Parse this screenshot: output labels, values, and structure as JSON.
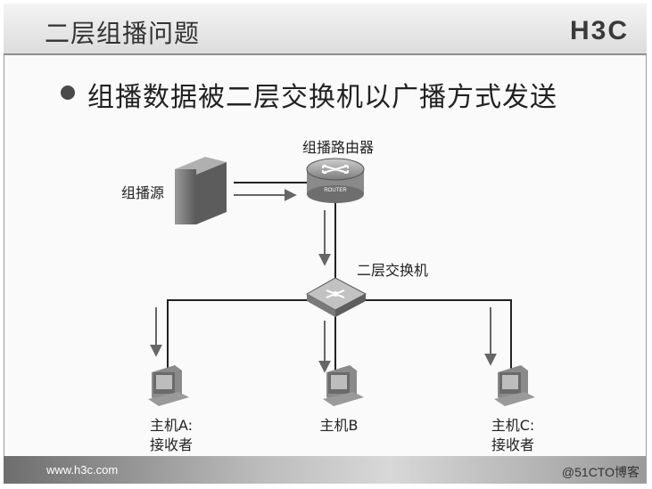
{
  "slide": {
    "title": "二层组播问题",
    "logo_text": "H3C",
    "bullet": "组播数据被二层交换机以广播方式发送"
  },
  "nodes": {
    "source": "组播源",
    "router": "组播路由器",
    "router_badge": "ROUTER",
    "switch": "二层交换机",
    "host_a_line1": "主机A:",
    "host_a_line2": "接收者",
    "host_b": "主机B",
    "host_c_line1": "主机C:",
    "host_c_line2": "接收者"
  },
  "footer": {
    "url": "www.h3c.com",
    "watermark": "@51CTO博客"
  }
}
